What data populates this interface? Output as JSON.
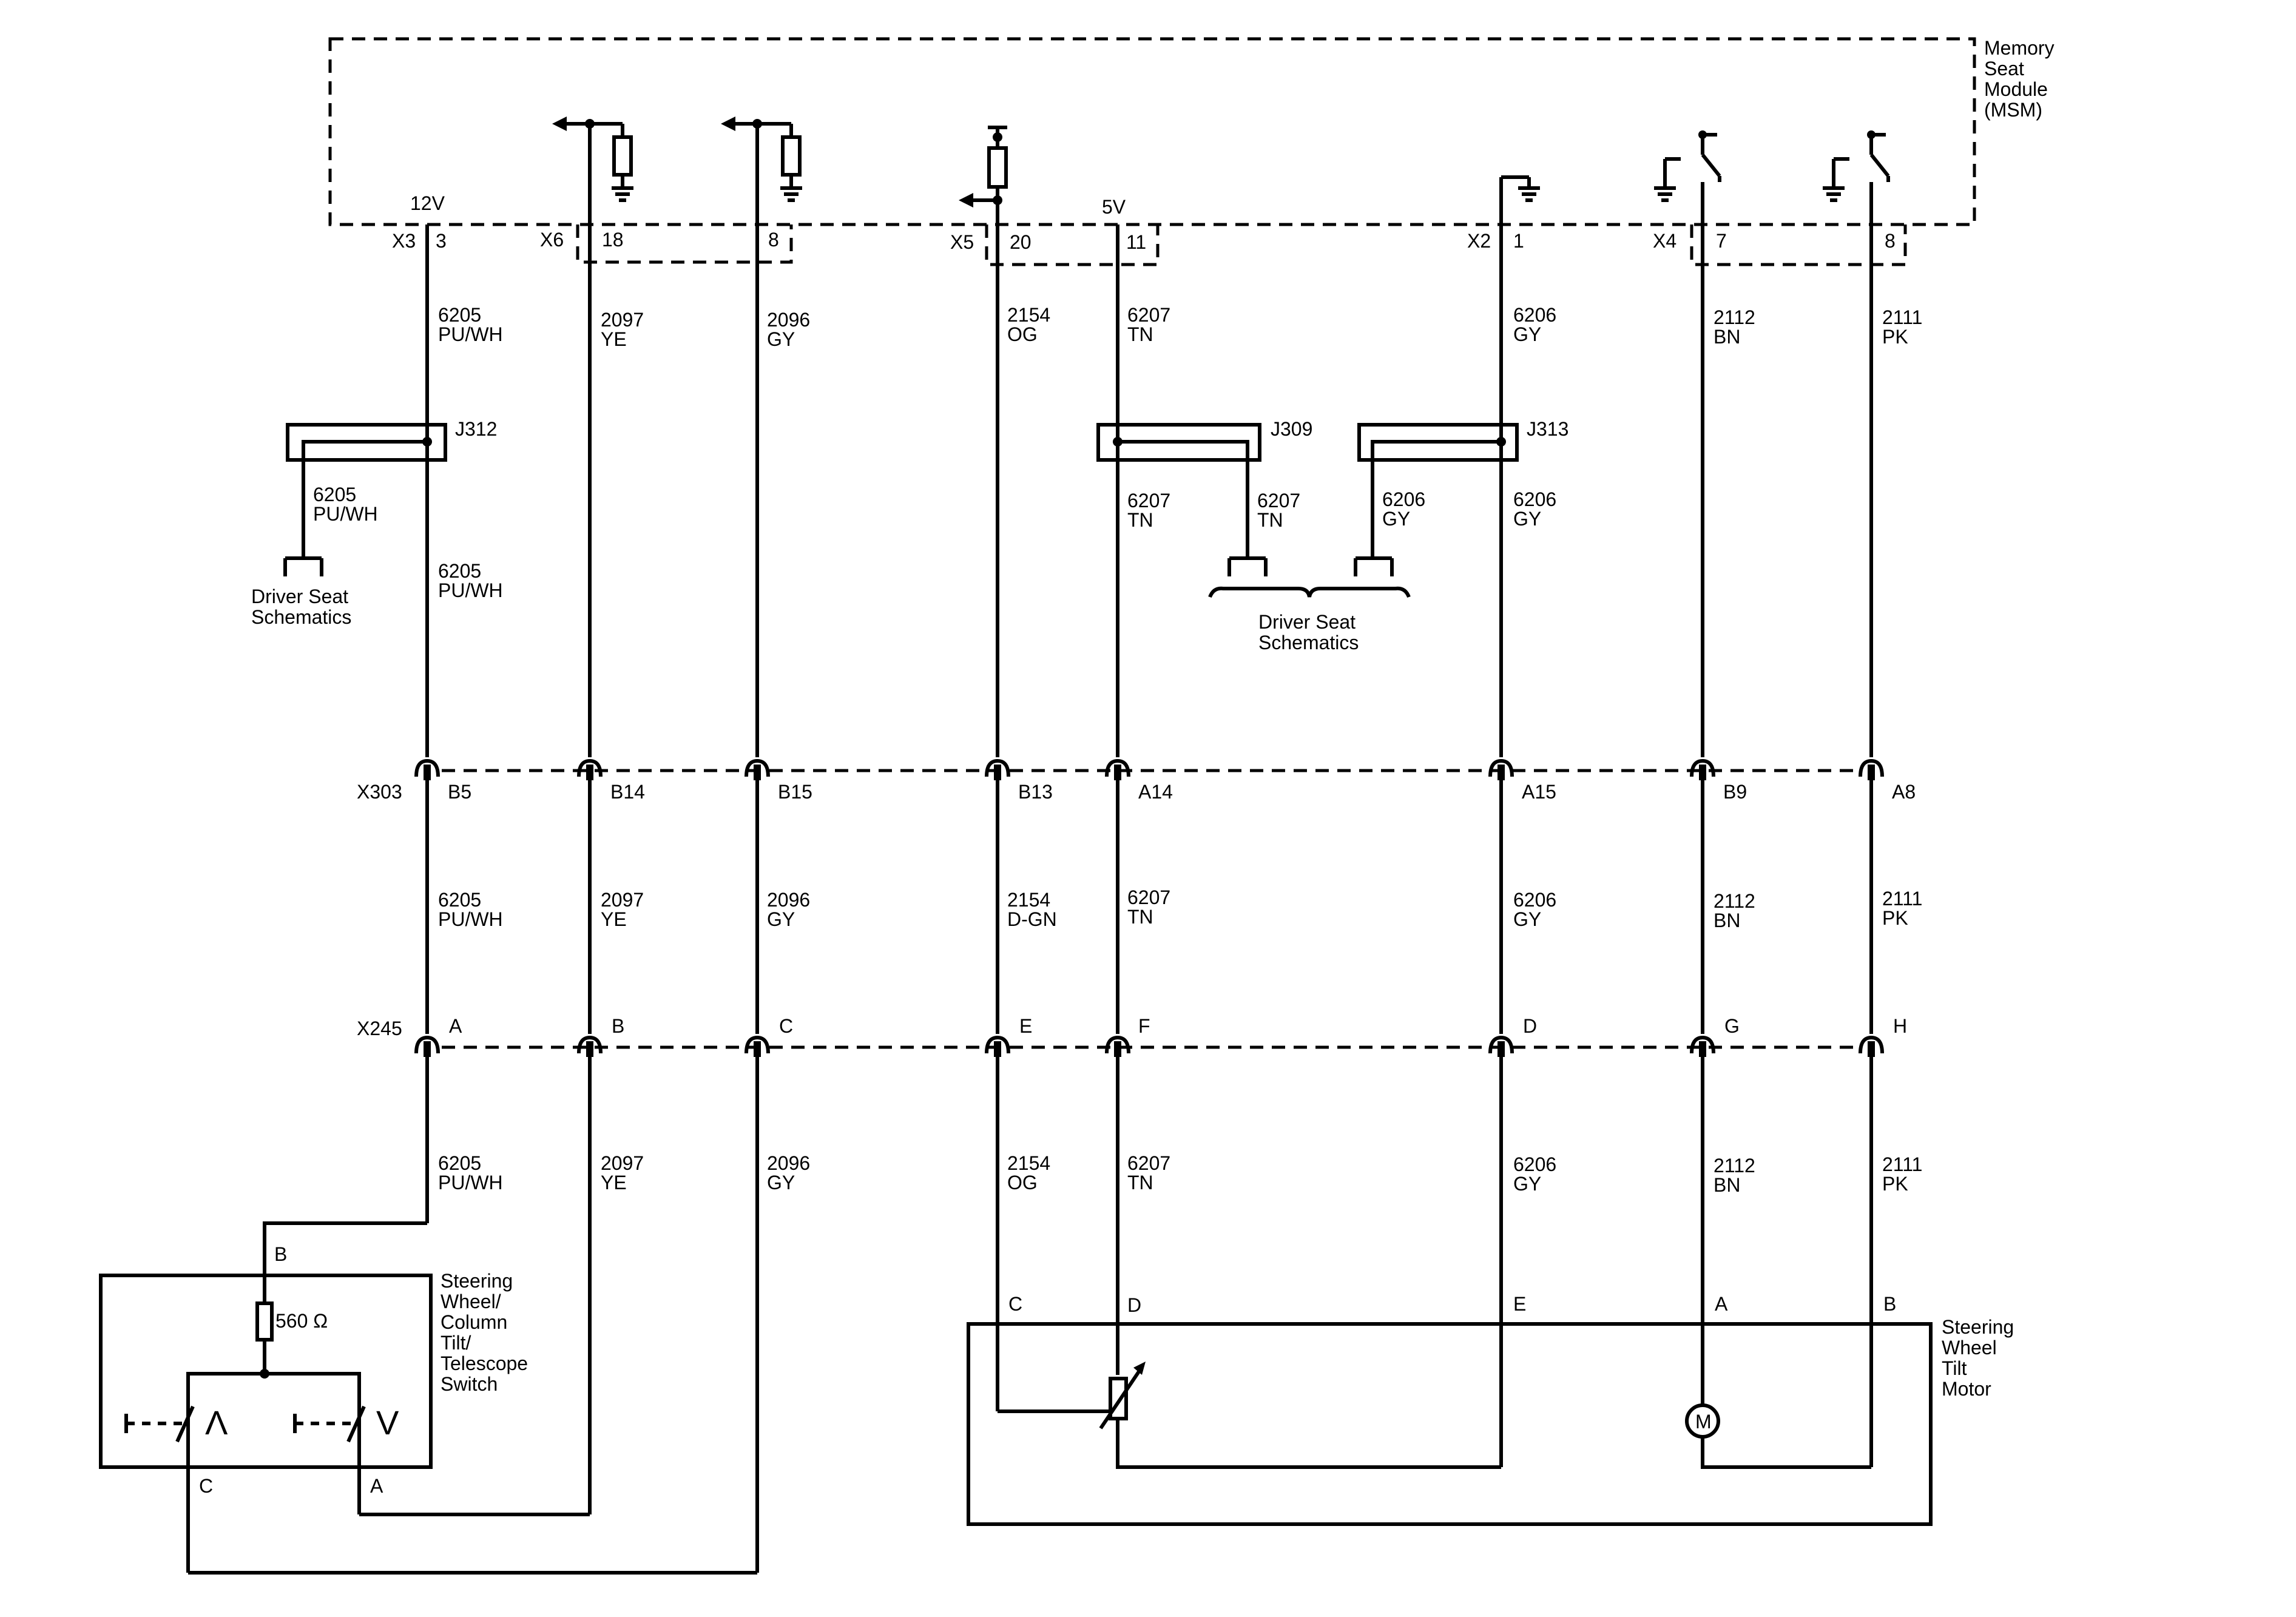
{
  "module": {
    "label": [
      "Memory",
      "Seat",
      "Module",
      "(MSM)"
    ]
  },
  "voltages": {
    "v12": "12V",
    "v5": "5V"
  },
  "connectors": {
    "x3": "X3",
    "x6": "X6",
    "x5": "X5",
    "x2": "X2",
    "x4": "X4",
    "x303": "X303",
    "x245": "X245"
  },
  "pins_top": {
    "x3_3": "3",
    "x6_18": "18",
    "x6_8": "8",
    "x5_20": "20",
    "x5_11": "11",
    "x2_1": "1",
    "x4_7": "7",
    "x4_8": "8"
  },
  "wires": [
    {
      "circuit": "6205",
      "color": "PU/WH"
    },
    {
      "circuit": "2097",
      "color": "YE"
    },
    {
      "circuit": "2096",
      "color": "GY"
    },
    {
      "circuit": "2154",
      "color": "OG"
    },
    {
      "circuit": "6207",
      "color": "TN"
    },
    {
      "circuit": "6206",
      "color": "GY"
    },
    {
      "circuit": "2112",
      "color": "BN"
    },
    {
      "circuit": "2111",
      "color": "PK"
    }
  ],
  "mid_wires": [
    {
      "circuit": "6205",
      "color": "PU/WH"
    },
    {
      "circuit": "2097",
      "color": "YE"
    },
    {
      "circuit": "2096",
      "color": "GY"
    },
    {
      "circuit": "2154",
      "color": "D-GN"
    },
    {
      "circuit": "6207",
      "color": "TN"
    },
    {
      "circuit": "6206",
      "color": "GY"
    },
    {
      "circuit": "2112",
      "color": "BN"
    },
    {
      "circuit": "2111",
      "color": "PK"
    }
  ],
  "splices": {
    "j312": "J312",
    "j309": "J309",
    "j313": "J313"
  },
  "splice_branches": {
    "j312_out": {
      "circuit": "6205",
      "color": "PU/WH"
    },
    "j312_down": {
      "circuit": "6205",
      "color": "PU/WH"
    },
    "j309_down": {
      "circuit": "6207",
      "color": "TN"
    },
    "j309_out": {
      "circuit": "6207",
      "color": "TN"
    },
    "j313_out": {
      "circuit": "6206",
      "color": "GY"
    },
    "j313_down": {
      "circuit": "6206",
      "color": "GY"
    }
  },
  "driver_seat_1": [
    "Driver Seat",
    "Schematics"
  ],
  "driver_seat_2": [
    "Driver Seat",
    "Schematics"
  ],
  "x303_pins": [
    "B5",
    "B14",
    "B15",
    "B13",
    "A14",
    "A15",
    "B9",
    "A8"
  ],
  "x245_pins": [
    "A",
    "B",
    "C",
    "E",
    "F",
    "D",
    "G",
    "H"
  ],
  "switch": {
    "label": [
      "Steering",
      "Wheel/",
      "Column",
      "Tilt/",
      "Telescope",
      "Switch"
    ],
    "resistor": "560 Ω",
    "pin_b": "B",
    "pin_c": "C",
    "pin_a": "A",
    "up_symbol": "Λ",
    "down_symbol": "V"
  },
  "motor": {
    "label": [
      "Steering",
      "Wheel",
      "Tilt",
      "Motor"
    ],
    "pins": [
      "C",
      "D",
      "E",
      "A",
      "B"
    ],
    "symbol": "M"
  }
}
